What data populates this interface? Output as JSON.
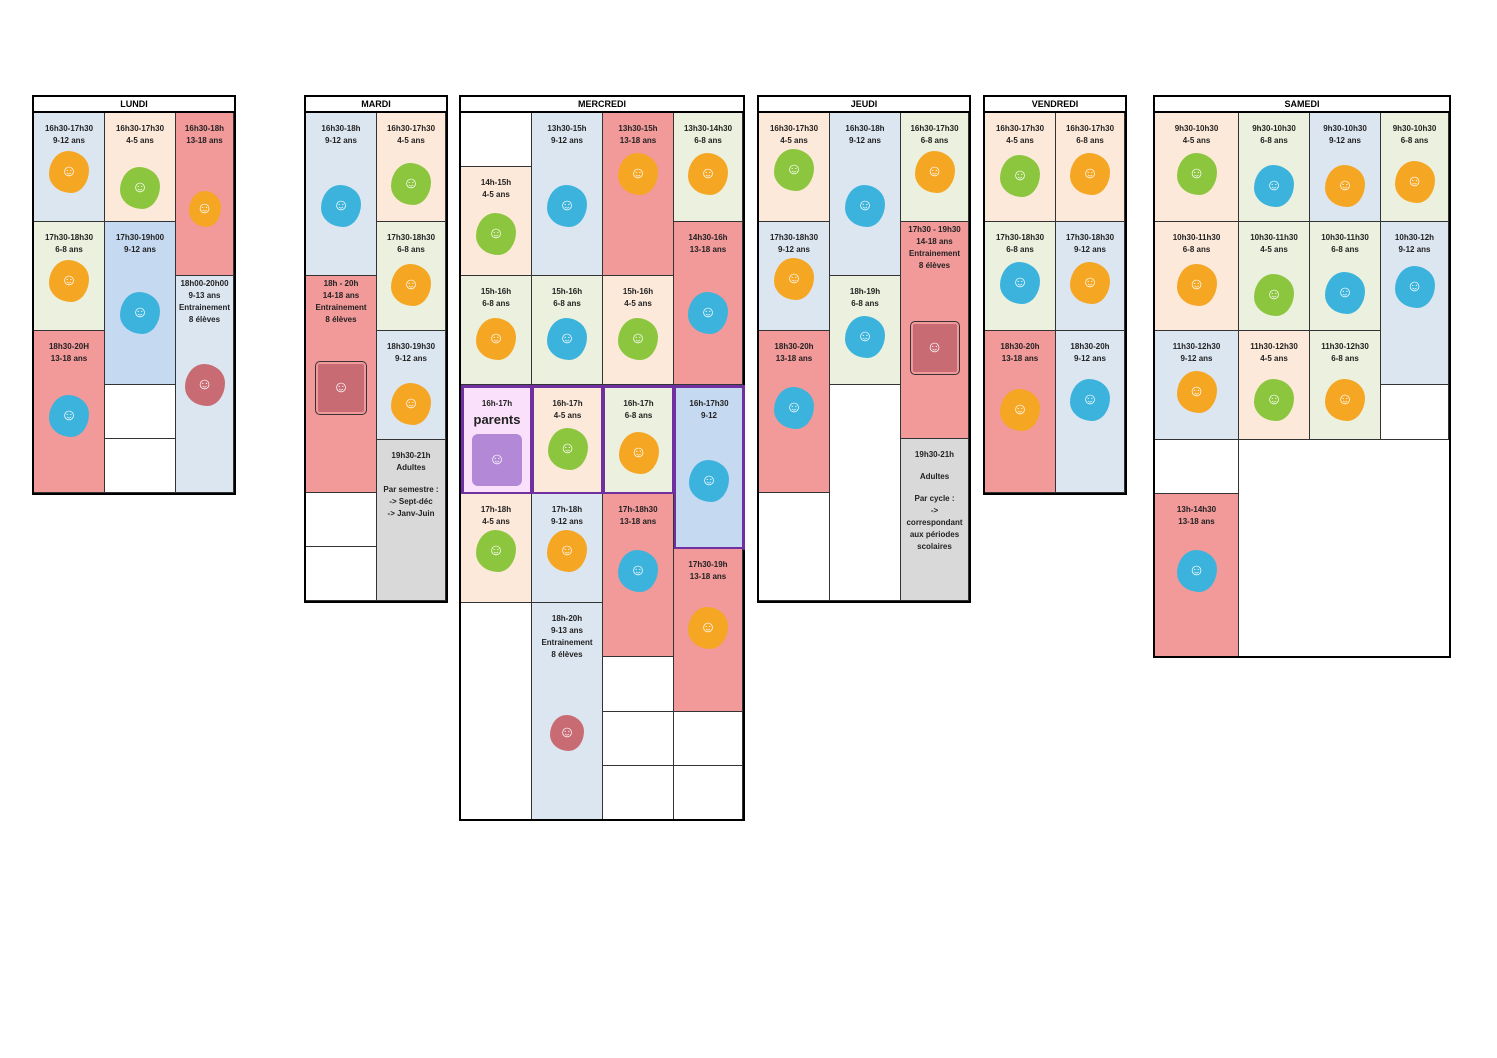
{
  "days": {
    "lundi": "LUNDI",
    "mardi": "MARDI",
    "mercredi": "MERCREDI",
    "jeudi": "JEUDI",
    "vendredi": "VENDREDI",
    "samedi": "SAMEDI"
  },
  "lundi": {
    "c1": "16h30-17h30\n9-12 ans",
    "c2": "16h30-17h30\n4-5 ans",
    "c3": "16h30-18h\n13-18 ans",
    "c4": "17h30-18h30\n6-8 ans",
    "c5": "17h30-19h00\n9-12 ans",
    "c6": "18h00-20h00\n9-13 ans\nEntrainement\n8 élèves",
    "c7": "18h30-20H\n13-18 ans"
  },
  "mardi": {
    "c1": "16h30-18h\n9-12 ans",
    "c2": "16h30-17h30\n4-5 ans",
    "c3": "17h30-18h30\n6-8 ans",
    "c4": "18h - 20h\n14-18 ans\nEntrainement\n8 élèves",
    "c5": "18h30-19h30\n9-12 ans",
    "c6": "19h30-21h\nAdultes",
    "c6note": "Par semestre :\n-> Sept-déc\n-> Janv-Juin"
  },
  "mercredi": {
    "c1": "13h30-15h\n9-12 ans",
    "c2": "13h30-15h\n13-18 ans",
    "c3": "13h30-14h30\n6-8 ans",
    "c4": "14h-15h\n4-5 ans",
    "c5": "14h30-16h\n13-18 ans",
    "c6": "15h-16h\n6-8 ans",
    "c7": "15h-16h\n6-8 ans",
    "c8": "15h-16h\n4-5 ans",
    "c9": "16h-17h",
    "c9big": "parents",
    "c10": "16h-17h\n4-5 ans",
    "c11": "16h-17h\n6-8 ans",
    "c12": "16h-17h30\n9-12",
    "c13": "17h-18h\n4-5 ans",
    "c14": "17h-18h\n9-12 ans",
    "c15": "17h-18h30\n13-18 ans",
    "c16": "17h30-19h\n13-18 ans",
    "c17": "18h-20h\n9-13 ans\nEntrainement\n8 élèves"
  },
  "jeudi": {
    "c1": "16h30-17h30\n4-5 ans",
    "c2": "16h30-18h\n9-12 ans",
    "c3": "16h30-17h30\n6-8 ans",
    "c4": "17h30 - 19h30\n14-18 ans\nEntrainement\n8 élèves",
    "c5": "17h30-18h30\n9-12 ans",
    "c6": "18h-19h\n6-8 ans",
    "c7": "18h30-20h\n13-18 ans",
    "c8": "19h30-21h",
    "c8b": "Adultes",
    "c8note": "Par cycle :\n->\ncorrespondant\naux périodes\nscolaires"
  },
  "vendredi": {
    "c1": "16h30-17h30\n4-5 ans",
    "c2": "16h30-17h30\n6-8 ans",
    "c3": "17h30-18h30\n6-8 ans",
    "c4": "17h30-18h30\n9-12 ans",
    "c5": "18h30-20h\n13-18 ans",
    "c6": "18h30-20h\n9-12 ans"
  },
  "samedi": {
    "c1": "9h30-10h30\n4-5 ans",
    "c2": "9h30-10h30\n6-8 ans",
    "c3": "9h30-10h30\n9-12 ans",
    "c4": "9h30-10h30\n6-8 ans",
    "c5": "10h30-11h30\n6-8 ans",
    "c6": "10h30-11h30\n4-5 ans",
    "c7": "10h30-11h30\n6-8 ans",
    "c8": "10h30-12h\n9-12 ans",
    "c9": "11h30-12h30\n9-12 ans",
    "c10": "11h30-12h30\n4-5 ans",
    "c11": "11h30-12h30\n6-8 ans",
    "c12": "13h-14h30\n13-18 ans"
  },
  "colors": {
    "red": "#f2999a",
    "blue": "#dce6f1",
    "peach": "#fde9d9",
    "green": "#ebf1de",
    "grey": "#d9d9d9",
    "highlight": "#7030a0"
  },
  "icons": {
    "kid-figure": "☺"
  }
}
